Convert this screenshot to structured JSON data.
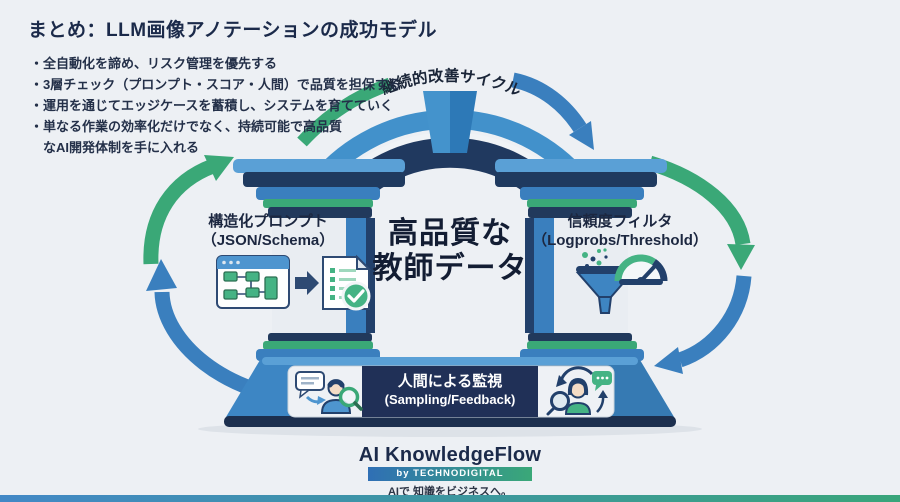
{
  "slide": {
    "title": "まとめ：LLM画像アノテーションの成功モデル",
    "bullets": [
      "・全自動化を諦め、リスク管理を優先する",
      "・3層チェック（プロンプト・スコア・人間）で品質を担保する",
      "・運用を通じてエッジケースを蓄積し、システムを育てていく",
      "・単なる作業の効率化だけでなく、持続可能で高品質",
      "なAI開発体制を手に入れる"
    ]
  },
  "diagram": {
    "cycle_label": "継続的改善サイクル",
    "center_goal": {
      "line1": "高品質な",
      "line2": "教師データ"
    },
    "left_pillar": {
      "title": "構造化プロンプト",
      "subtitle": "（JSON/Schema）"
    },
    "right_pillar": {
      "title": "信頼度フィルタ",
      "subtitle": "（Logprobs/Threshold）"
    },
    "base_banner": {
      "title": "人間による監視",
      "subtitle": "(Sampling/Feedback)"
    },
    "icons": {
      "left_pillar": [
        "flowchart-window-icon",
        "arrow-right-icon",
        "checklist-document-icon",
        "check-circle-icon"
      ],
      "right_pillar": [
        "data-dots-icon",
        "funnel-icon",
        "gauge-icon"
      ],
      "base_left": [
        "speech-bubble-icon",
        "person-icon",
        "magnifier-icon"
      ],
      "base_right": [
        "refresh-arrows-icon",
        "person-icon",
        "magnifier-icon",
        "chat-dots-icon"
      ]
    }
  },
  "footer": {
    "brand": "AI KnowledgeFlow",
    "byline": "by TECHNODIGITAL",
    "tagline": "AIで 知識をビジネスへ。"
  },
  "colors": {
    "background": "#edf0f4",
    "navy": "#1f3a5f",
    "blue": "#3a7fbe",
    "light_blue": "#5aa0d6",
    "green": "#3aa877",
    "banner_navy": "#203057",
    "text_dark": "#1b2a4a"
  }
}
